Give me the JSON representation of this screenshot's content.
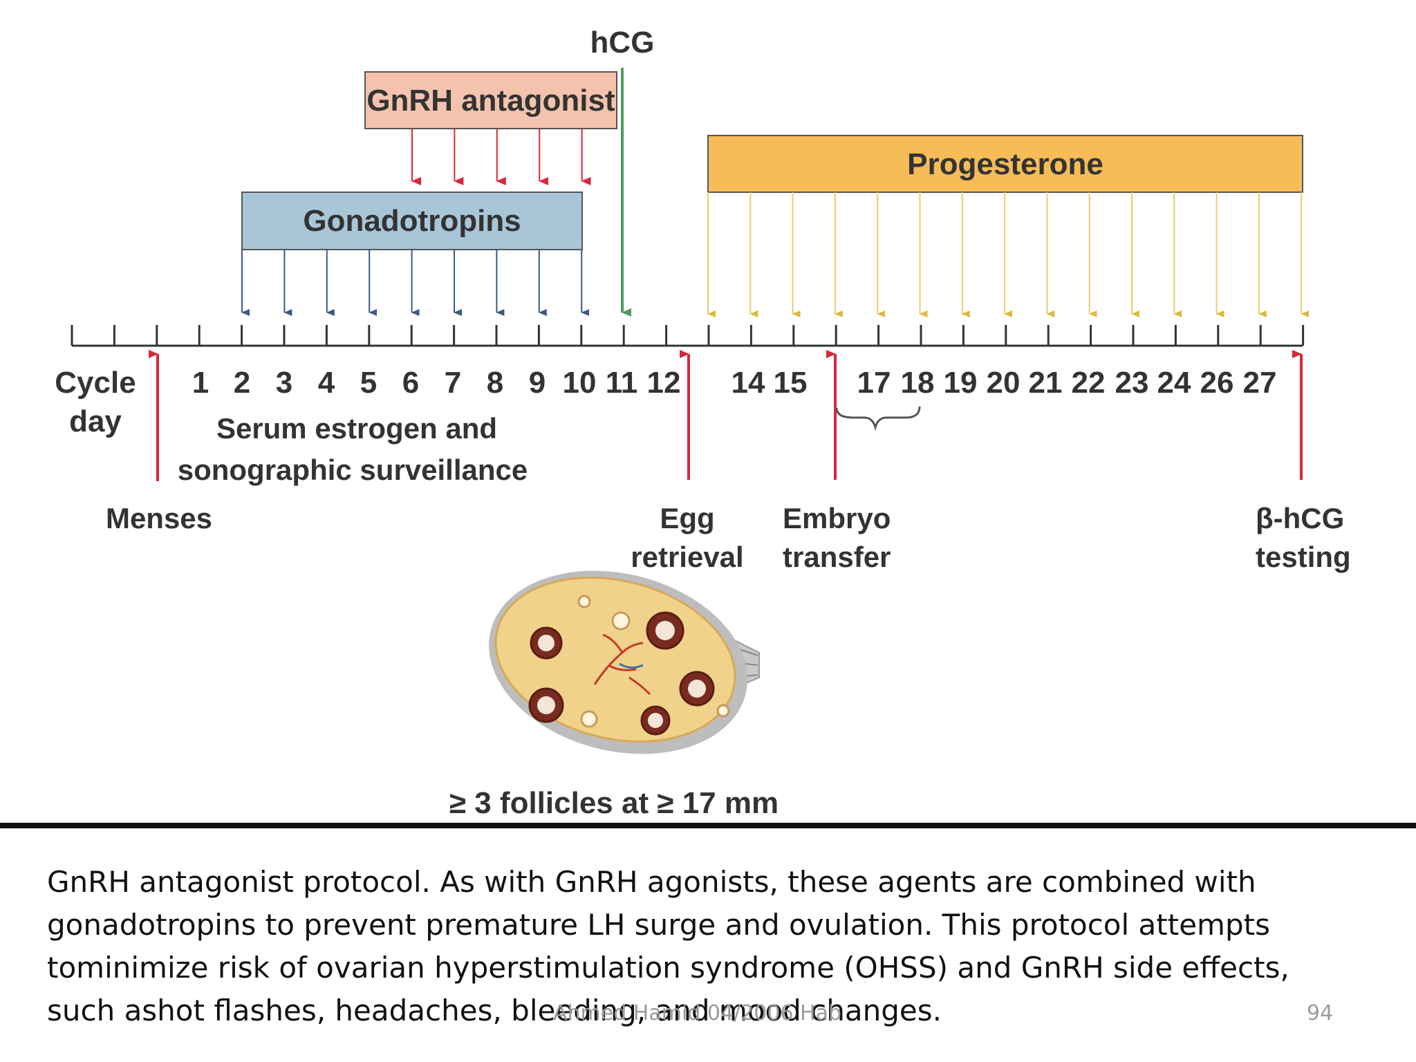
{
  "diagram": {
    "axis": {
      "label_line1": "Cycle",
      "label_line2": "day",
      "day_numbers": [
        "1",
        "2",
        "3",
        "4",
        "5",
        "6",
        "7",
        "8",
        "9",
        "10",
        "11",
        "12",
        "14",
        "15",
        "17",
        "18",
        "19",
        "20",
        "21",
        "22",
        "23",
        "24",
        "26",
        "27"
      ]
    },
    "bars": {
      "gonadotropins": "Gonadotropins",
      "antagonist": "GnRH antagonist",
      "progesterone": "Progesterone",
      "hcg": "hCG"
    },
    "annotations": {
      "surveillance_line1": "Serum estrogen and",
      "surveillance_line2": "sonographic surveillance",
      "menses": "Menses",
      "egg_line1": "Egg",
      "egg_line2": "retrieval",
      "embryo_line1": "Embryo",
      "embryo_line2": "transfer",
      "bhcg_line1": "β-hCG",
      "bhcg_line2": "testing",
      "follicles": "≥ 3 follicles at ≥ 17 mm"
    },
    "colors": {
      "gonadotropins_fill": "#a9c6d8",
      "antagonist_fill": "#f5c3ad",
      "progesterone_fill": "#f7bb57",
      "hcg_arrow": "#4f9a62",
      "red_arrow": "#d8283c",
      "gonadotropin_arrow": "#3b5a80",
      "progesterone_arrow": "#e5cf72"
    }
  },
  "caption": {
    "line1": "GnRH antagonist protocol. As with GnRH agonists, these agents are combined with",
    "line2": "gonadotropins to prevent premature LH surge and ovulation. This protocol attempts",
    "line3": "tominimize risk of ovarian hyperstimulation syndrome (OHSS) and GnRH side effects,",
    "line4": "such ashot flashes, headaches, bleeding, and mood changes."
  },
  "footer": {
    "credit": "Ahmed Hamid 04/2006 Hab",
    "page_number": "94"
  }
}
